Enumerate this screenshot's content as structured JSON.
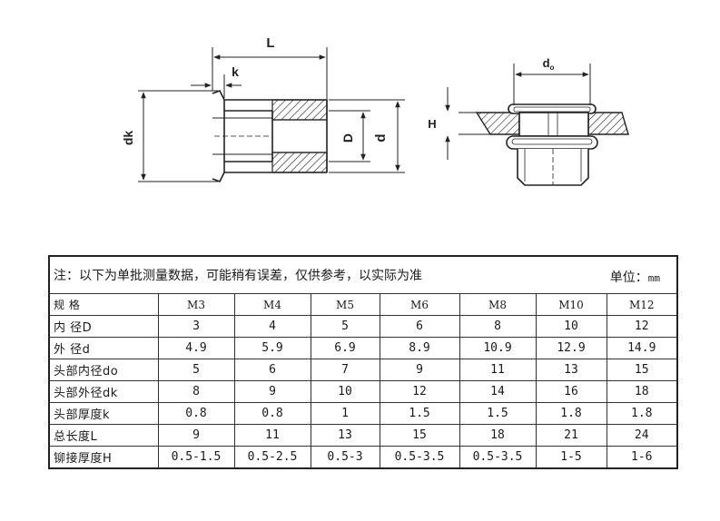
{
  "drawing": {
    "labels": {
      "L": "L",
      "k": "k",
      "dk": "dk",
      "D": "D",
      "d": "d",
      "H": "H",
      "do": "d",
      "do_sub": "o"
    }
  },
  "table": {
    "note": "注：以下为单批测量数据，可能稍有误差，仅供参考，以实际为准",
    "unit_label": "单位：",
    "unit_value": "mm",
    "header": {
      "label": "规 格",
      "sizes": [
        "M3",
        "M4",
        "M5",
        "M6",
        "M8",
        "M10",
        "M12"
      ]
    },
    "rows": [
      {
        "label": "内 径D",
        "values": [
          "3",
          "4",
          "5",
          "6",
          "8",
          "10",
          "12"
        ]
      },
      {
        "label": "外 径d",
        "values": [
          "4.9",
          "5.9",
          "6.9",
          "8.9",
          "10.9",
          "12.9",
          "14.9"
        ]
      },
      {
        "label": "头部内径do",
        "values": [
          "5",
          "6",
          "7",
          "9",
          "11",
          "13",
          "15"
        ]
      },
      {
        "label": "头部外径dk",
        "values": [
          "8",
          "9",
          "10",
          "12",
          "14",
          "16",
          "18"
        ]
      },
      {
        "label": "头部厚度k",
        "values": [
          "0.8",
          "0.8",
          "1",
          "1.5",
          "1.5",
          "1.8",
          "1.8"
        ]
      },
      {
        "label": "总长度L",
        "values": [
          "9",
          "11",
          "13",
          "15",
          "18",
          "21",
          "24"
        ]
      },
      {
        "label": "铆接厚度H",
        "values": [
          "0.5-1.5",
          "0.5-2.5",
          "0.5-3",
          "0.5-3.5",
          "0.5-3.5",
          "1-5",
          "1-6"
        ]
      }
    ]
  }
}
